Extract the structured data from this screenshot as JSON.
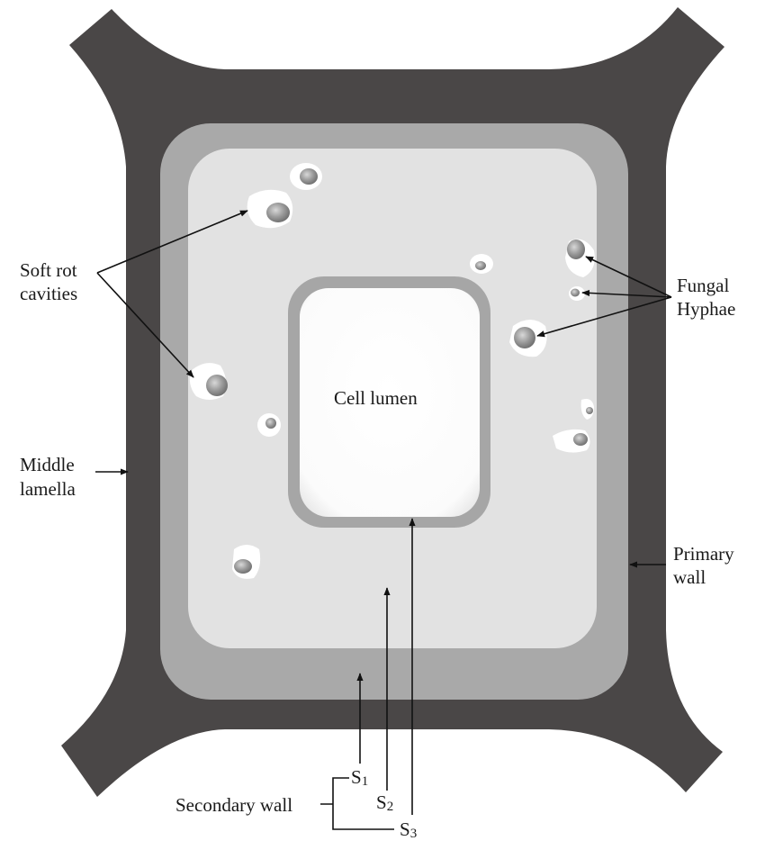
{
  "labels": {
    "soft_rot_line1": "Soft rot",
    "soft_rot_line2": "cavities",
    "fungal_line1": "Fungal",
    "fungal_line2": "Hyphae",
    "middle_line1": "Middle",
    "middle_line2": "lamella",
    "primary_line1": "Primary",
    "primary_line2": "wall",
    "cell_lumen": "Cell lumen",
    "secondary_wall": "Secondary wall",
    "s_letter": "S",
    "s1_sub": "1",
    "s2_sub": "2",
    "s3_sub": "3"
  },
  "colors": {
    "middle_lamella": "#4a4747",
    "primary_wall": "#a9a9a9",
    "secondary_wall": "#e2e2e2",
    "s3_ring": "#a6a6a6",
    "lumen": "#ffffff",
    "hypha": "#8c8c8c"
  }
}
